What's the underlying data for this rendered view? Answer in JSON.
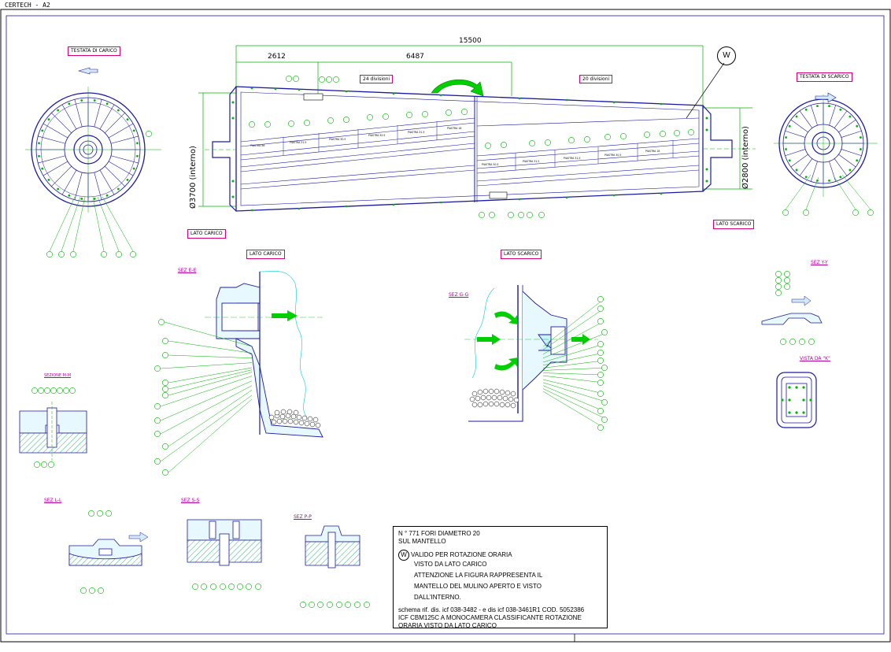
{
  "sheet": {
    "title": "CERTECH - A2"
  },
  "dimensions": {
    "overall": "15500",
    "left_seg": "2612",
    "right_seg": "6487",
    "dia_left": "Ø3700 (interno)",
    "dia_right": "Ø2800 (interno)"
  },
  "divisions": {
    "left": "24 divisioni",
    "right": "20 divisioni"
  },
  "marker_w": "W",
  "labels": {
    "testata_carico": "TESTATA DI CARICO",
    "testata_scarico": "TESTATA DI SCARICO",
    "lato_carico_1": "LATO CARICO",
    "lato_scarico_1": "LATO SCARICO",
    "lato_carico_2": "LATO CARICO",
    "lato_scarico_2": "LATO SCARICO"
  },
  "sections": {
    "e_e": "SEZ E-E",
    "g_g": "SEZ G-G",
    "y_y": "SEZ Y-Y",
    "vista_k": "VISTA DA \"K\"",
    "l_l": "SEZ L-L",
    "s_s": "SEZ S-S",
    "p_p": "SEZ P-P",
    "small": "SEZIONE M-M"
  },
  "plates": [
    "PIASTRA 56",
    "PIASTRA 31.5",
    "PIASTRA 30.5",
    "PIASTRA 30.5",
    "PIASTRA 31.5",
    "PIASTRA 18",
    "PIASTRA 30.5",
    "PIASTRA 31.5",
    "PIASTRA 31.5",
    "PIASTRA 30.5",
    "PIASTRA 18"
  ],
  "notes": {
    "l1": "N ° 771 FORI DIAMETRO 20",
    "l2": "SUL MANTELLO",
    "w": "W",
    "l3": "VALIDO PER ROTAZIONE ORARIA",
    "l4": "VISTO DA LATO CARICO",
    "l5": "ATTENZIONE LA FIGURA RAPPRESENTA IL",
    "l6": "MANTELLO DEL MULINO APERTO E VISTO",
    "l7": "DALL'INTERNO.",
    "l8": "schema rif. dis. icf 038-3482 - e dis icf 038-3461R1 COD. 5052386",
    "l9": "ICF CBM125C  A  MONOCAMERA  CLASSIFICANTE ROTAZIONE",
    "l10": "ORARIA VISTO DA LATO CARICO"
  },
  "colors": {
    "line": "#1a1aa0",
    "leader": "#00b400",
    "magenta": "#d4007f",
    "ore": "#00c8d8"
  }
}
